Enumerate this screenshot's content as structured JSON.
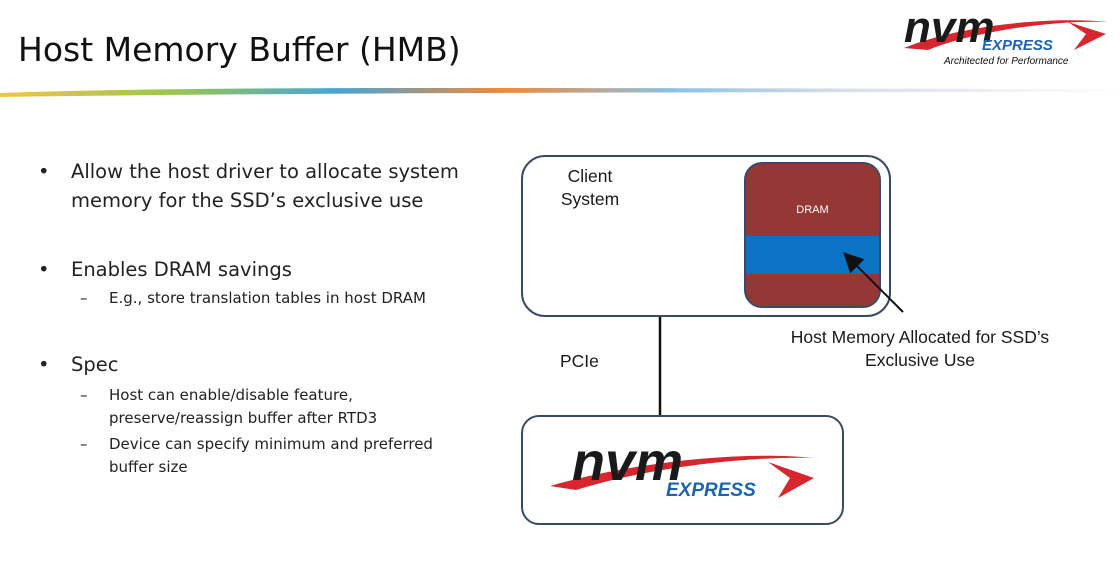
{
  "slide": {
    "title": "Host Memory Buffer (HMB)"
  },
  "brand": {
    "logo_main": "nvm",
    "logo_sub": "EXPRESS",
    "tagline": "Architected for Performance",
    "colors": {
      "dark": "#1a1a1a",
      "blue": "#1d64b0",
      "red": "#d8262e"
    }
  },
  "bullets": [
    {
      "text_line1": "Allow the host driver to allocate system",
      "text_line2": "memory for the SSD’s exclusive use",
      "subs": []
    },
    {
      "text": "Enables DRAM savings",
      "subs": [
        {
          "text": "E.g., store translation tables in host DRAM"
        }
      ]
    },
    {
      "text": "Spec",
      "subs": [
        {
          "line1": "Host can enable/disable feature,",
          "line2": "preserve/reassign buffer after RTD3"
        },
        {
          "line1": "Device can specify minimum and preferred",
          "line2": "buffer size"
        }
      ]
    }
  ],
  "diagram": {
    "client_line1": "Client",
    "client_line2": "System",
    "dram_label": "DRAM",
    "hmb_line1": "Host Memory Allocated for SSD’s",
    "hmb_line2": "Exclusive Use",
    "link_label": "PCIe",
    "colors": {
      "dram": "#953735",
      "hmb": "#0a73c4",
      "border": "#3b4a64"
    }
  },
  "glyphs": {
    "bullet": "•",
    "dash": "–"
  }
}
